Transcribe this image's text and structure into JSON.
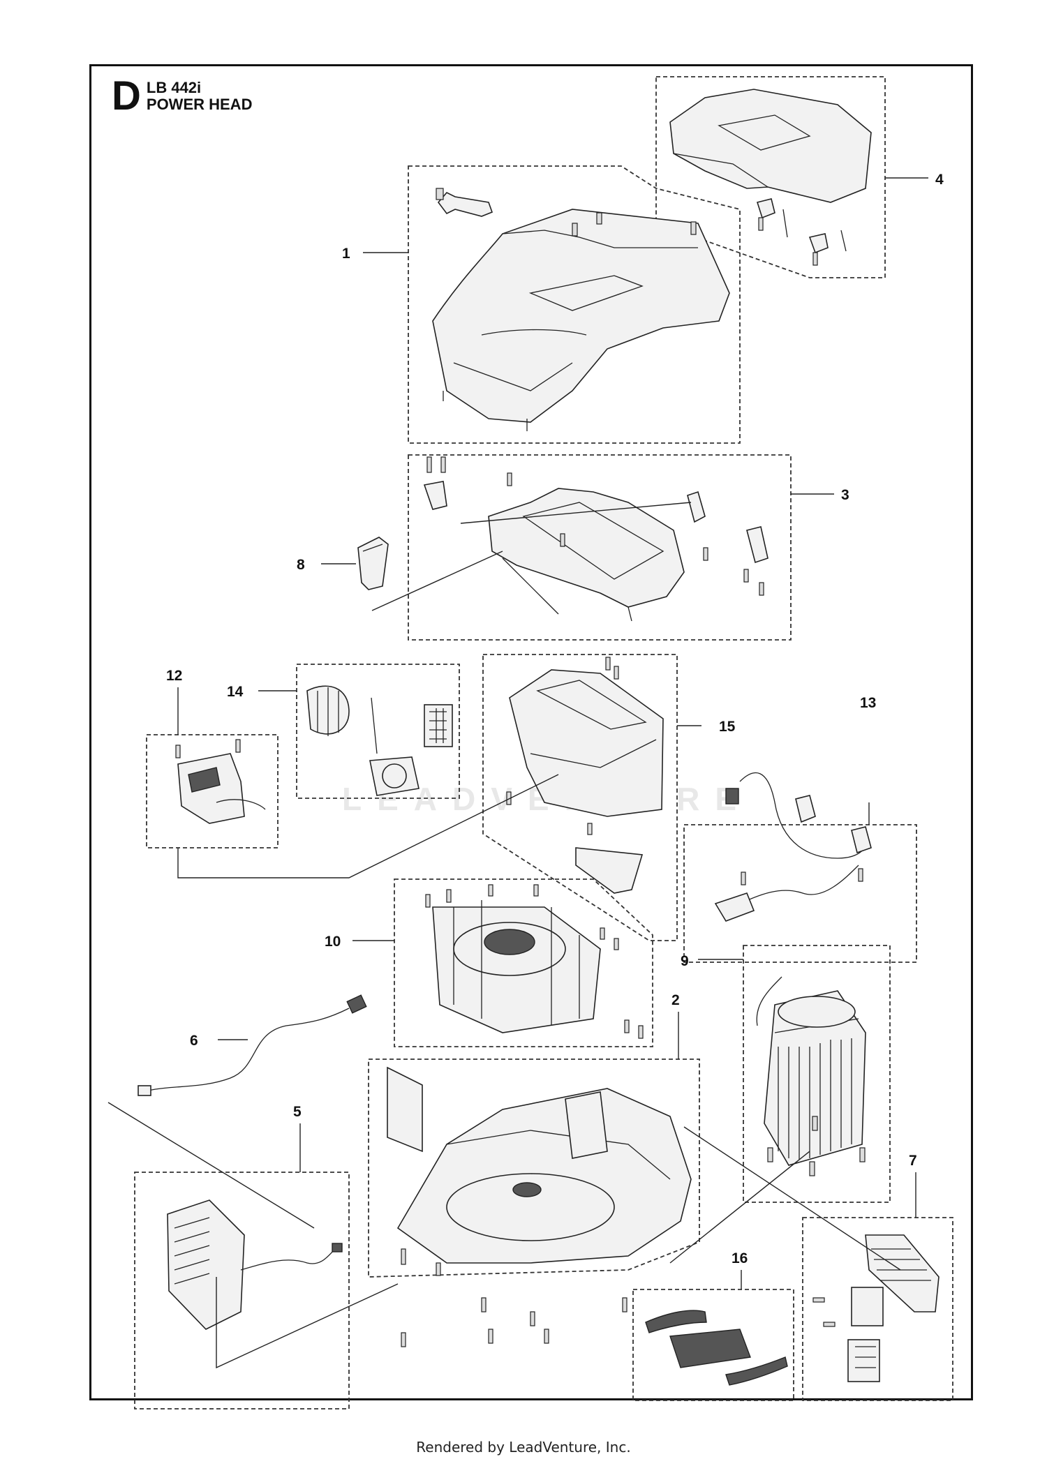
{
  "section_letter": "D",
  "model": "LB 442i",
  "assembly": "POWER HEAD",
  "watermark": "LEADVENTURE",
  "footer": "Rendered by LeadVenture, Inc.",
  "callouts": [
    "1",
    "2",
    "3",
    "4",
    "5",
    "6",
    "7",
    "8",
    "9",
    "10",
    "12",
    "13",
    "14",
    "15",
    "16"
  ]
}
